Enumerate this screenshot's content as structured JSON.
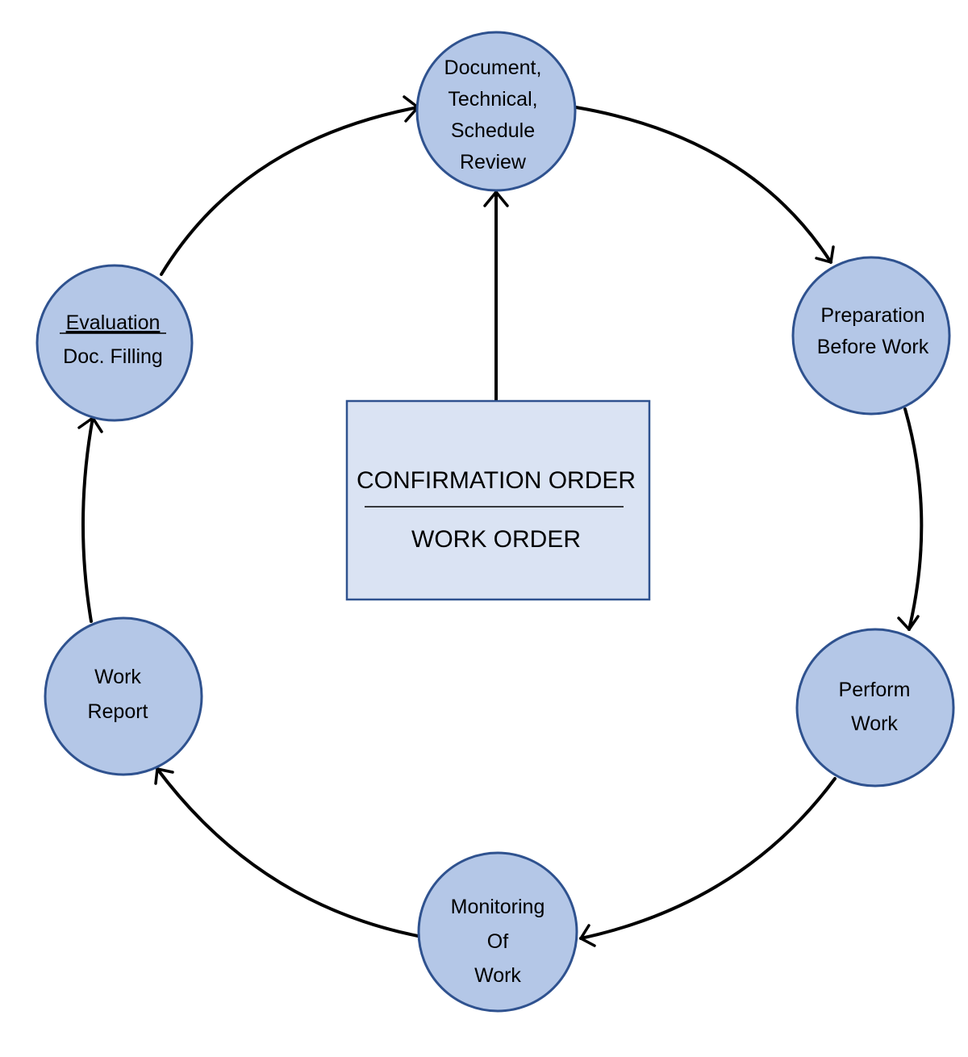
{
  "colors": {
    "node_fill": "#b4c7e7",
    "node_stroke": "#2f528f",
    "center_fill": "#dae3f3",
    "center_stroke": "#2f528f",
    "connector": "#000000"
  },
  "center": {
    "top_label": "CONFIRMATION ORDER",
    "bottom_label": "WORK ORDER"
  },
  "nodes": {
    "review": {
      "lines": [
        "Document,",
        "Technical,",
        "Schedule",
        "Review"
      ]
    },
    "preparation": {
      "lines": [
        "Preparation",
        "Before Work"
      ]
    },
    "perform": {
      "lines": [
        "Perform",
        "Work"
      ]
    },
    "monitoring": {
      "lines": [
        "Monitoring",
        "Of",
        "Work"
      ]
    },
    "report": {
      "lines": [
        "Work",
        "Report"
      ]
    },
    "evaluation": {
      "lines": [
        "Evaluation",
        "Doc. Filling"
      ]
    }
  },
  "flow": [
    "review → preparation",
    "preparation → perform",
    "perform → monitoring",
    "monitoring → report",
    "report → evaluation",
    "evaluation → review",
    "center → review"
  ]
}
